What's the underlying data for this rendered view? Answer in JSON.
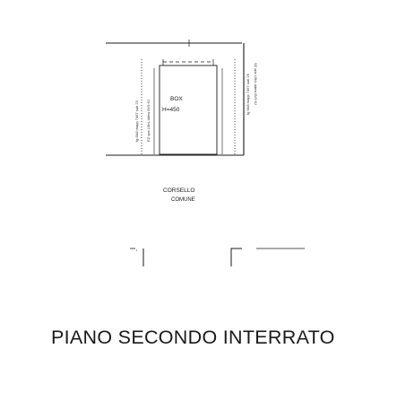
{
  "box": {
    "label": "BOX",
    "height": "H=450"
  },
  "corridor": {
    "line1": "CORSELLO",
    "line2": "COMUNE"
  },
  "title": "PIANO SECONDO INTERRATO",
  "references": {
    "left_outer": "fg 6A8 mapp 7467 sub 23",
    "left_inner": "EZ qns L9bL ddew 8V9 6J",
    "right_inner": "fg 6A8 mapp 7467 sub 25",
    "right_outer": "SZ qns L9bL ddew 8V9 6J"
  },
  "colors": {
    "line": "#1a1a1a",
    "background": "#ffffff"
  }
}
